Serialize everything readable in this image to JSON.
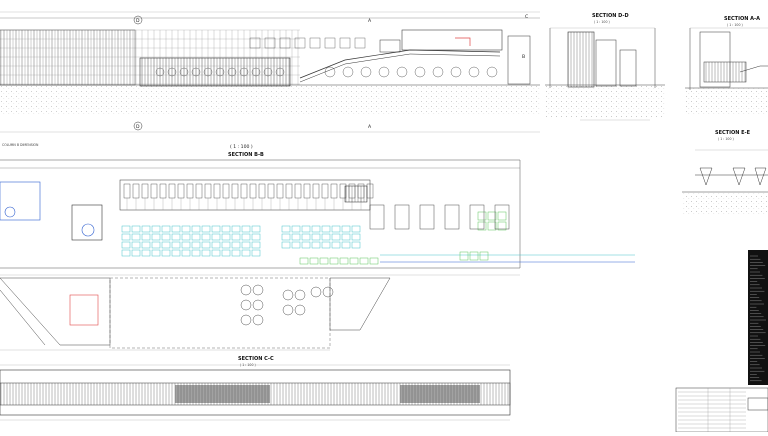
{
  "sections": {
    "dd": {
      "title": "SECTION D-D",
      "scale": "( 1 : 100 )"
    },
    "aa": {
      "title": "SECTION A-A",
      "scale": "( 1 : 100 )"
    },
    "ee": {
      "title": "SECTION E-E",
      "scale": "( 1 : 100 )"
    },
    "bb": {
      "title": "SECTION B-B",
      "scale": "( 1 : 100 )"
    },
    "cc": {
      "title": "SECTION C-C",
      "scale": "( 1 : 100 )"
    }
  },
  "section_markers": {
    "a": "A",
    "b": "B",
    "c": "C",
    "d": "D"
  },
  "side_note": "COLUMN B\nDIMENSION",
  "colors": {
    "line": "#3a3a3a",
    "thin": "#8a8a8a",
    "cyan": "#49c4c9",
    "green": "#5fc65f",
    "red": "#e04848",
    "blue": "#3060d0",
    "hatch": "#c9c9c9"
  },
  "icons": {
    "title_block": "drawing-title-block",
    "notes": "drawing-notes-panel"
  }
}
